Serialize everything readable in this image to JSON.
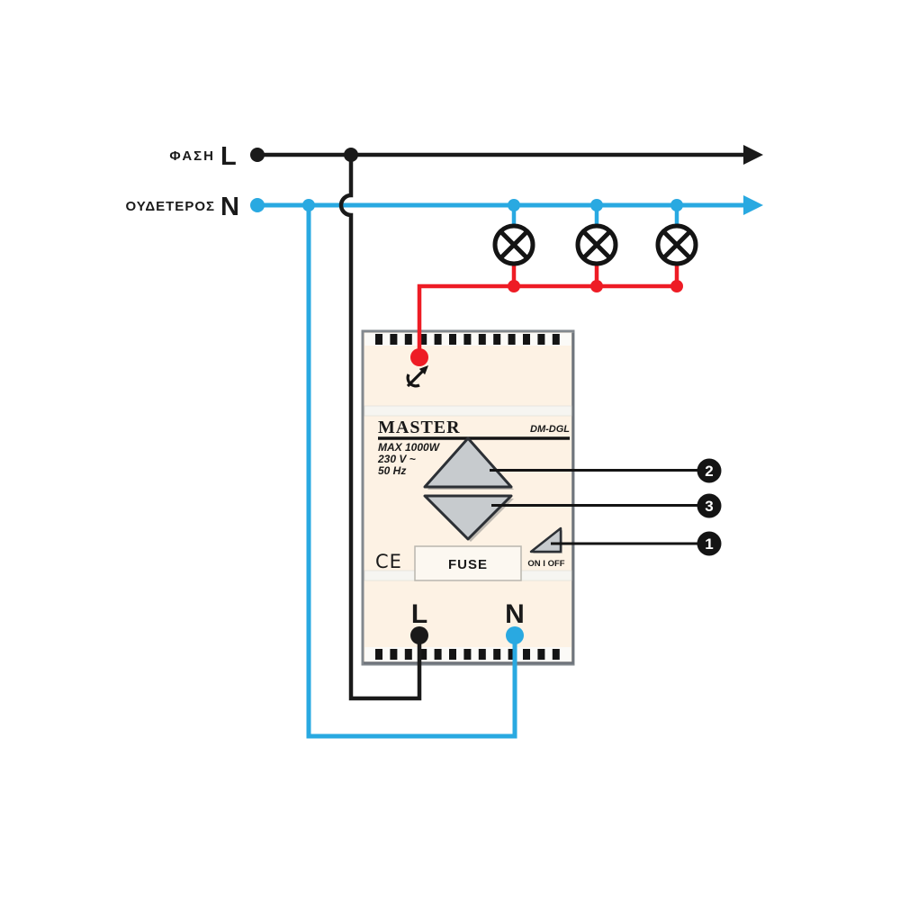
{
  "supply": {
    "phase": {
      "label": "ΦΑΣΗ",
      "terminal": "L",
      "color": "#1a1a1a"
    },
    "neutral": {
      "label": "ΟΥΔΕΤΕΡΟΣ",
      "terminal": "N",
      "color": "#29a9e1"
    },
    "load_wire_color": "#ee1c25",
    "lamp_count": 3
  },
  "module": {
    "brand": "MASTER",
    "model": "DM-DGL",
    "specs": [
      "MAX 1000W",
      "230 V ~",
      "50 Hz"
    ],
    "ce_mark": "CE",
    "fuse_label": "FUSE",
    "onoff_label": "ON I OFF",
    "terminals": {
      "live": "L",
      "neutral": "N"
    },
    "colors": {
      "body": "#fdf2e4",
      "button": "#c7cbce",
      "border": "#82888e"
    }
  },
  "callouts": {
    "dim_up": {
      "number": "2"
    },
    "dim_down": {
      "number": "3"
    },
    "onoff": {
      "number": "1"
    }
  }
}
